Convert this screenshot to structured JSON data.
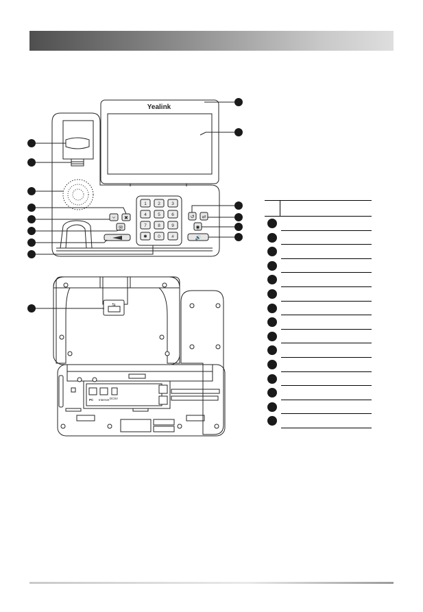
{
  "header": {
    "bar_color_start": "#4f4f4f",
    "bar_color_end": "#dedede"
  },
  "phone": {
    "brand_logo": "Yealink",
    "keypad_keys": [
      "1",
      "2",
      "3",
      "4",
      "5",
      "6",
      "7",
      "8",
      "9",
      "✱",
      "0",
      "#"
    ],
    "rear_port_labels": {
      "pc": "PC",
      "internet": "Internet",
      "dc": "DC5V"
    }
  },
  "legend": {
    "row_count": 15,
    "marker_color": "#1a1a1a"
  }
}
